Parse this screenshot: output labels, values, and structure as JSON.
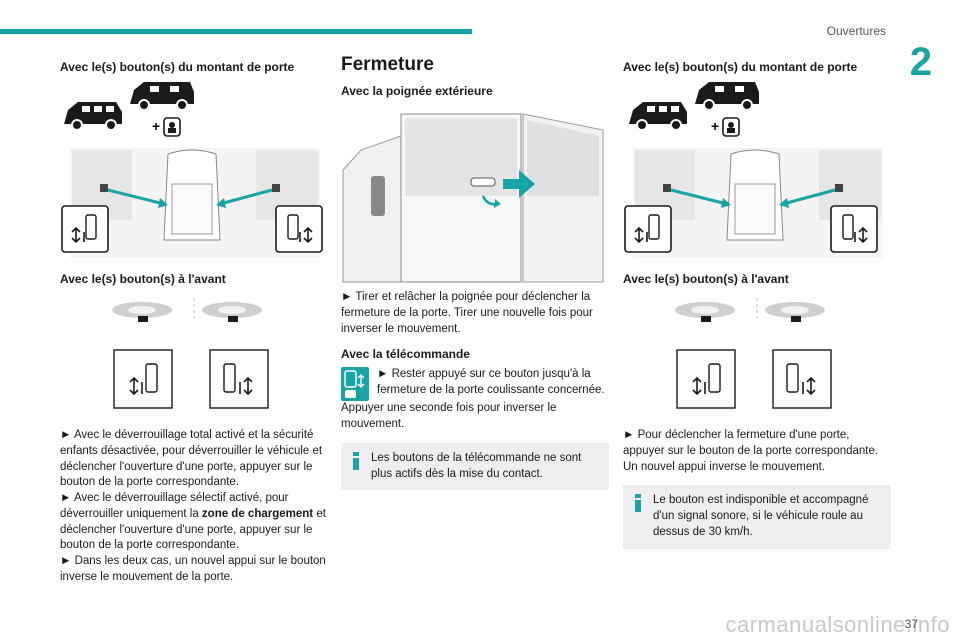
{
  "header": {
    "section": "Ouvertures",
    "chapter": "2"
  },
  "footer": {
    "page": "37",
    "watermark": "carmanualsonline.info"
  },
  "col1": {
    "h_pillar": "Avec le(s) bouton(s) du montant de porte",
    "h_front": "Avec le(s) bouton(s) à l'avant",
    "p1": "► Avec le déverrouillage total activé et la sécurité enfants désactivée, pour déverrouiller le véhicule et déclencher l'ouverture d'une porte, appuyer sur le bouton de la porte correspondante.",
    "p2a": "► Avec le déverrouillage sélectif activé, pour déverrouiller uniquement la ",
    "p2b": "zone de chargement",
    "p2c": " et déclencher l'ouverture d'une porte, appuyer sur le bouton de la porte correspondante.",
    "p3": "► Dans les deux cas, un nouvel appui sur le bouton inverse le mouvement de la porte."
  },
  "col2": {
    "title": "Fermeture",
    "h_handle": "Avec la poignée extérieure",
    "p_handle": "► Tirer et relâcher la poignée pour déclencher la fermeture de la porte. Tirer une nouvelle fois pour inverser le mouvement.",
    "h_remote": "Avec la télécommande",
    "p_remote_a": "► Rester appuyé sur ce bouton jusqu'à la fermeture de la porte coulissante concernée.",
    "p_remote_b": "Appuyer une seconde fois pour inverser le mouvement.",
    "note": "Les boutons de la télécommande ne sont plus actifs dès la mise du contact."
  },
  "col3": {
    "h_pillar": "Avec le(s) bouton(s) du montant de porte",
    "h_front": "Avec le(s) bouton(s) à l'avant",
    "p1": "► Pour déclencher la fermeture d'une porte, appuyer sur le bouton de la porte correspondante. Un nouvel appui inverse le mouvement.",
    "note": "Le bouton est indisponible et accompagné d'un signal sonore, si le véhicule roule au dessus de 30 km/h."
  },
  "colors": {
    "accent": "#1aa3a5",
    "note_bg": "#eeeeee"
  },
  "icons": [
    "van-icon",
    "child-lock-icon",
    "door-button-icon",
    "steering-wheel-icon",
    "info-icon",
    "remote-door-icon"
  ]
}
